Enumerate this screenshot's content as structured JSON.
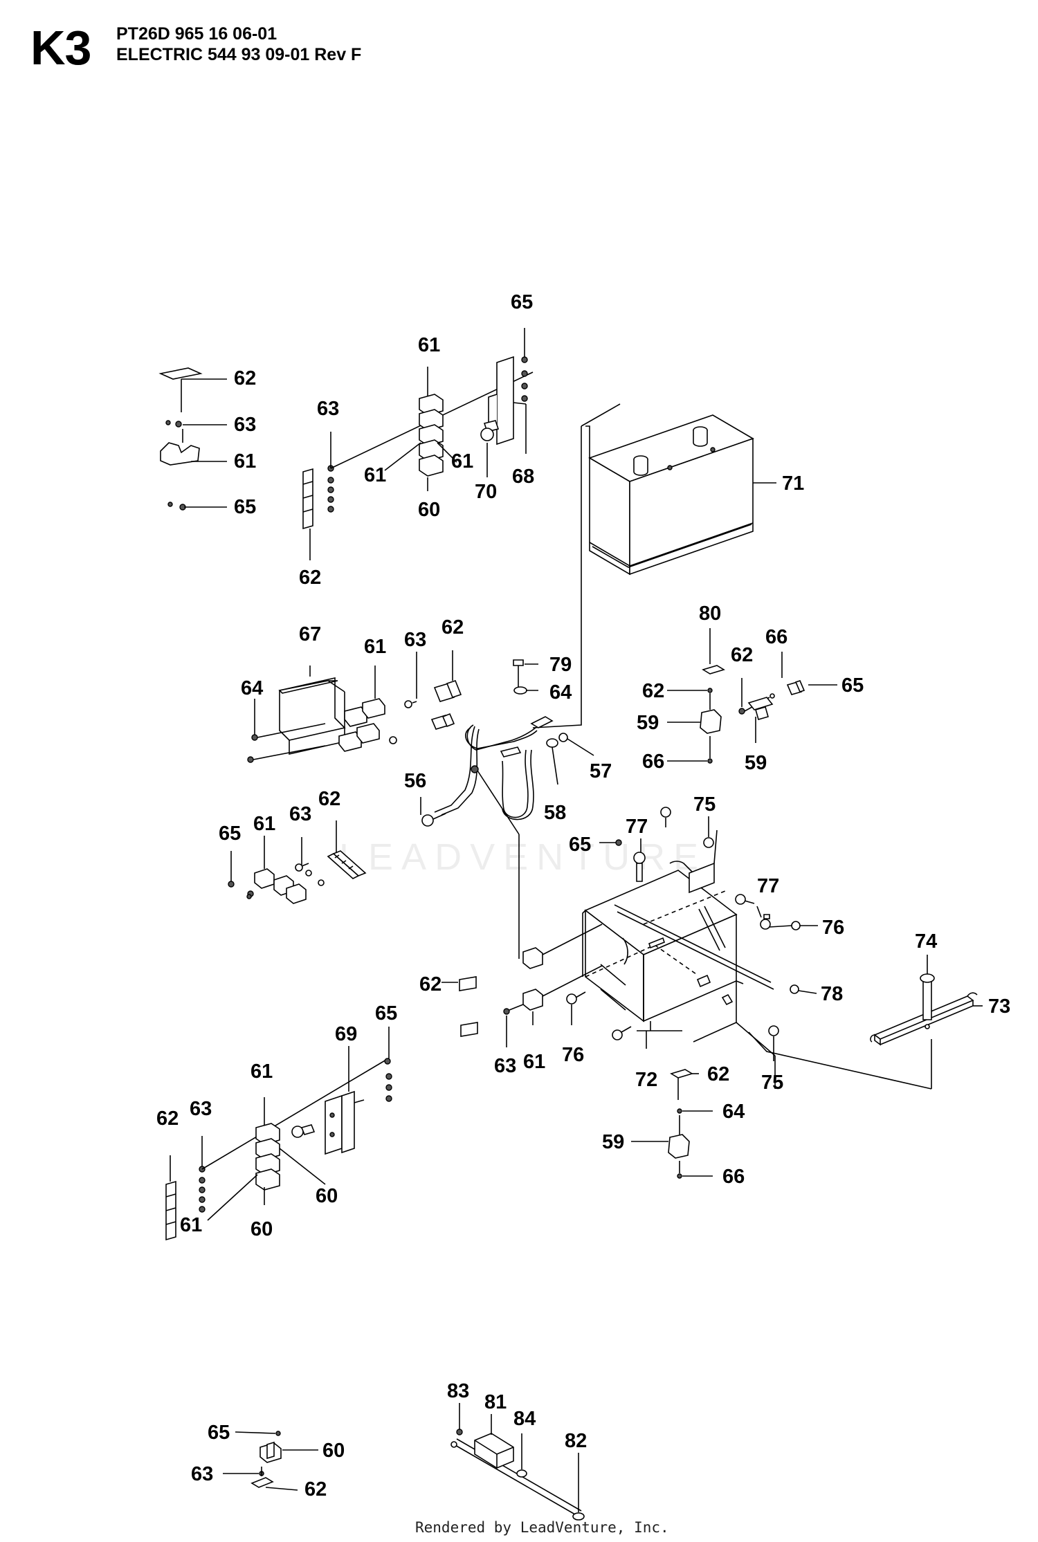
{
  "header": {
    "page_code": "K3",
    "line1": "PT26D 965 16 06-01",
    "line2": "ELECTRIC 544 93 09-01 Rev F"
  },
  "watermark": "LEADVENTURE",
  "footer": "Rendered by LeadVenture, Inc.",
  "callouts": [
    "65",
    "61",
    "62",
    "63",
    "63",
    "61",
    "61",
    "61",
    "68",
    "70",
    "60",
    "71",
    "65",
    "62",
    "67",
    "61",
    "63",
    "62",
    "79",
    "80",
    "62",
    "66",
    "64",
    "64",
    "62",
    "65",
    "59",
    "57",
    "56",
    "58",
    "66",
    "59",
    "61",
    "63",
    "62",
    "65",
    "77",
    "75",
    "65",
    "77",
    "76",
    "62",
    "74",
    "78",
    "73",
    "65",
    "69",
    "63",
    "61",
    "76",
    "72",
    "62",
    "75",
    "61",
    "62",
    "63",
    "64",
    "60",
    "59",
    "66",
    "61",
    "60",
    "65",
    "60",
    "63",
    "62",
    "83",
    "81",
    "84",
    "82"
  ]
}
